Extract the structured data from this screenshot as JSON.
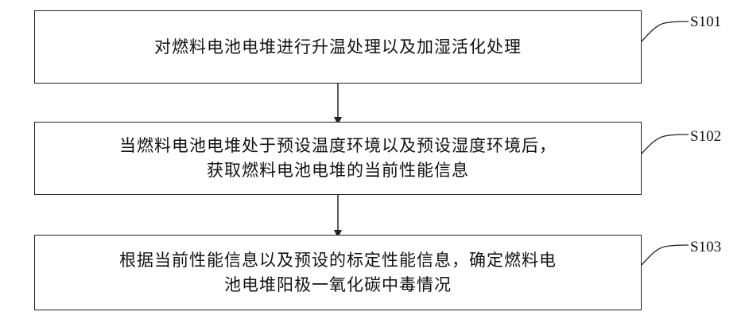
{
  "steps": [
    {
      "id": "S101",
      "lines": [
        "对燃料电池电堆进行升温处理以及加湿活化处理"
      ]
    },
    {
      "id": "S102",
      "lines": [
        "当燃料电池电堆处于预设温度环境以及预设湿度环境后，",
        "获取燃料电池电堆的当前性能信息"
      ]
    },
    {
      "id": "S103",
      "lines": [
        "根据当前性能信息以及预设的标定性能信息，确定燃料电",
        "池电堆阳极一氧化碳中毒情况"
      ]
    }
  ]
}
